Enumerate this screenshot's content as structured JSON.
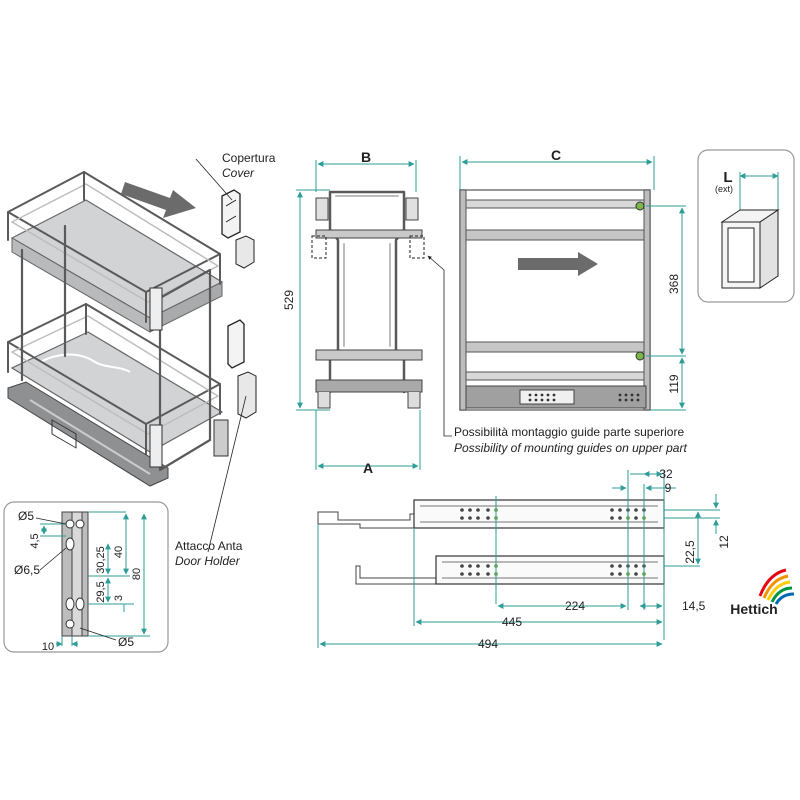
{
  "labels": {
    "cover_it": "Copertura",
    "cover_en": "Cover",
    "door_it": "Attacco Anta",
    "door_en": "Door Holder",
    "guides_it": "Possibilità montaggio guide parte superiore",
    "guides_en": "Possibility of mounting guides on upper part",
    "ext": "(ext)",
    "brand": "Hettich"
  },
  "front_view": {
    "width_top": "B",
    "width_bottom": "A",
    "height": "529"
  },
  "side_view": {
    "depth": "C",
    "upper_gap": "368",
    "lower_gap": "119"
  },
  "cabinet": {
    "inner_width": "L"
  },
  "bracket": {
    "hole_top": "Ø5",
    "slot": "Ø6,5",
    "hole_bottom": "Ø5",
    "dim_45": "4,5",
    "dim_3025": "30,25",
    "dim_40": "40",
    "dim_80": "80",
    "dim_295": "29,5",
    "dim_3": "3",
    "dim_10": "10"
  },
  "runner": {
    "dim_32": "32",
    "dim_9": "9",
    "dim_12": "12",
    "dim_225": "22,5",
    "dim_224": "224",
    "dim_145": "14,5",
    "dim_445": "445",
    "dim_494": "494"
  },
  "colors": {
    "dimension": "#2e9c97",
    "arrow": "#6b6b6b",
    "tray": "#d2d3d5"
  }
}
